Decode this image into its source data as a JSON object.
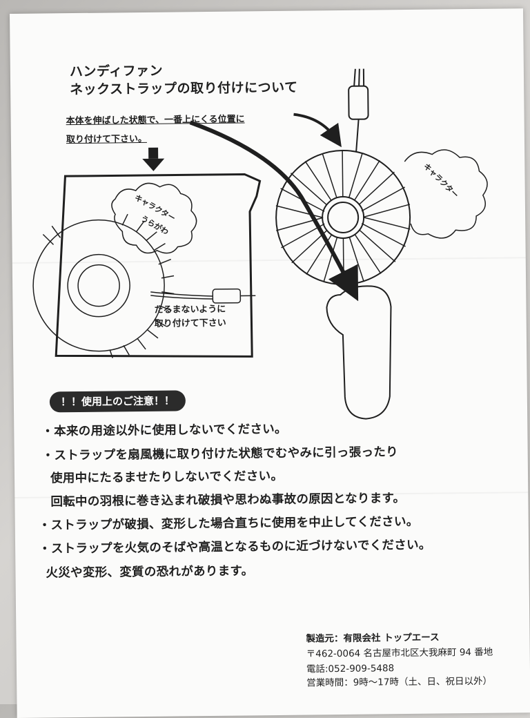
{
  "header": {
    "title_line1": "ハンディファン",
    "title_line2": "ネックストラップの取り付けについて"
  },
  "diagram": {
    "instruction_line1": "本体を伸ばした状態で、一番上にくる位置に",
    "instruction_line2": "取り付けて下さい。",
    "tension_note_line1": "たるまないように",
    "tension_note_line2": "取り付けて下さい",
    "character_back_label_1": "キャラクター",
    "character_back_label_2": "うらがわ",
    "character_label": "キャラクター"
  },
  "caution": {
    "heading": "！！使用上のご注意！！",
    "lines": [
      "・本来の用途以外に使用しないでください。",
      "・ストラップを扇風機に取り付けた状態でむやみに引っ張ったり",
      "使用中にたるませたりしないでください。",
      "回転中の羽根に巻き込まれ破損や思わぬ事故の原因となります。",
      "・ストラップが破損、変形した場合直ちに使用を中止してください。",
      "・ストラップを火気のそばや高温となるものに近づけないでください。",
      "火災や変形、変質の恐れがあります。"
    ]
  },
  "footer": {
    "maker": "製造元：有限会社 トップエース",
    "address": "〒462-0064 名古屋市北区大我麻町 94 番地",
    "phone": "電話:052-909-5488",
    "hours": "営業時間：9時〜17時（土、日、祝日以外）"
  },
  "colors": {
    "paper": "#fbfbfa",
    "ink": "#1f1f1f",
    "badge": "#2b2b2b"
  }
}
